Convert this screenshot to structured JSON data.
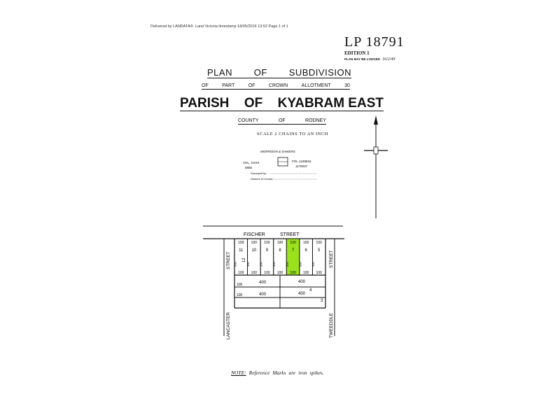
{
  "header_line": "Delivered by LANDATA®. Land Victoria timestamp 18/05/2016 13:52   Page 1 of 1",
  "plan_number": "LP 18791",
  "edition": "EDITION 1",
  "plan_lodged_label": "PLAN MAY BE LODGED",
  "plan_lodged_date": "16/2/49",
  "title": {
    "line1": [
      "PLAN",
      "OF",
      "SUBDIVISION"
    ],
    "line2": [
      "OF",
      "PART",
      "OF",
      "CROWN",
      "ALLOTMENT",
      "30"
    ],
    "line3": [
      "PARISH",
      "OF",
      "KYABRAM EAST"
    ],
    "line4": [
      "COUNTY",
      "OF",
      "RODNEY"
    ]
  },
  "scale": "SCALE 2 CHAINS TO AN INCH",
  "title_block": {
    "owner": "MORRISON & SAWERS",
    "vol": "VOL. XXXX",
    "fol_num": "6856",
    "fol": "FOL.1248816",
    "fol2": "1176037",
    "line1": "Surveyed by",
    "line2": "Owners of Crown"
  },
  "streets": {
    "north": "FISCHER",
    "north_suffix": "STREET",
    "west": "LANCASTER",
    "west_suffix": "STREET",
    "east": "TWEEDDLE",
    "east_suffix": "STREET"
  },
  "lots_top": [
    {
      "number": "11",
      "frontage": "100",
      "depth": "300",
      "rear": "100"
    },
    {
      "number": "10",
      "frontage": "100",
      "depth": "300",
      "rear": "100"
    },
    {
      "number": "9",
      "frontage": "100",
      "depth": "300",
      "rear": "100"
    },
    {
      "number": "8",
      "frontage": "100",
      "depth": "300",
      "rear": "100"
    },
    {
      "number": "7",
      "frontage": "100",
      "depth": "300",
      "rear": "100",
      "highlight": true
    },
    {
      "number": "6",
      "frontage": "100",
      "depth": "300",
      "rear": "100"
    },
    {
      "number": "5",
      "frontage": "100",
      "depth": "300",
      "rear": "100"
    }
  ],
  "lots_bottom": [
    {
      "number": "4",
      "frontage": "400",
      "depth": "100"
    },
    {
      "number": "3",
      "frontage": "400",
      "depth": "100"
    }
  ],
  "lot12": "12",
  "highlight_color": "#9be11e",
  "note": [
    "NOTE:",
    "Reference",
    "Marks",
    "are",
    "iron",
    "spikes."
  ]
}
